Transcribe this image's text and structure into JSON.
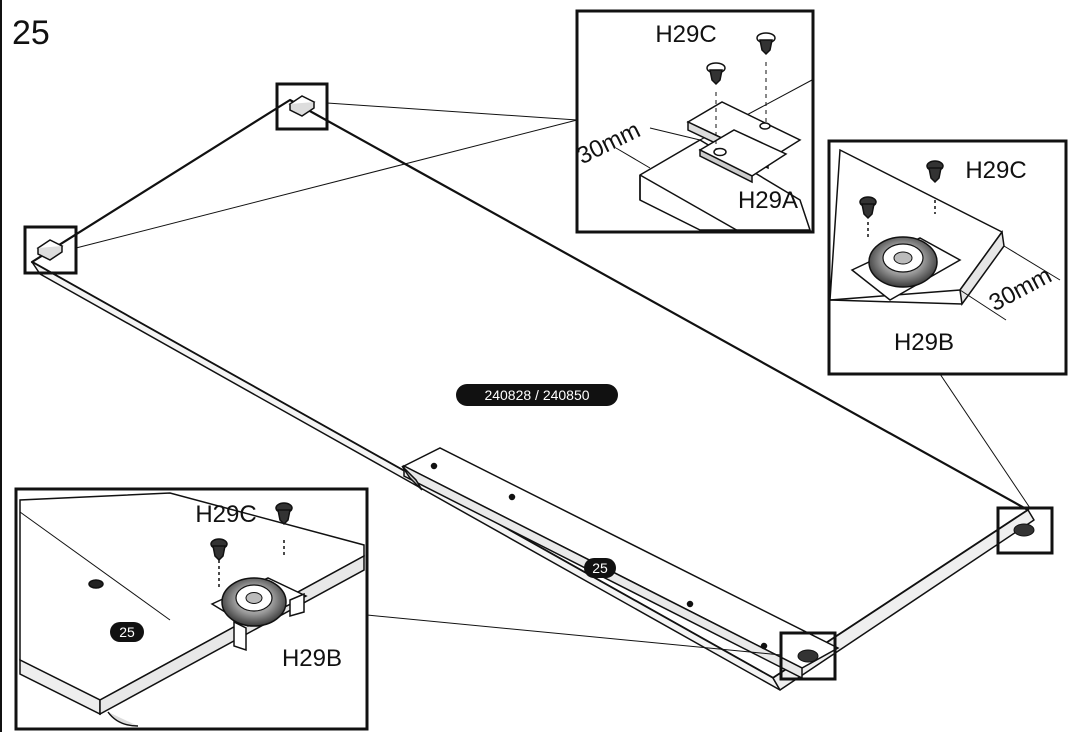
{
  "step_number": "25",
  "product_code": "240828 / 240850",
  "panel_marker": "25",
  "parts": {
    "screw": "H29C",
    "corner_bracket": "H29A",
    "caster": "H29B"
  },
  "dimension": "30mm"
}
